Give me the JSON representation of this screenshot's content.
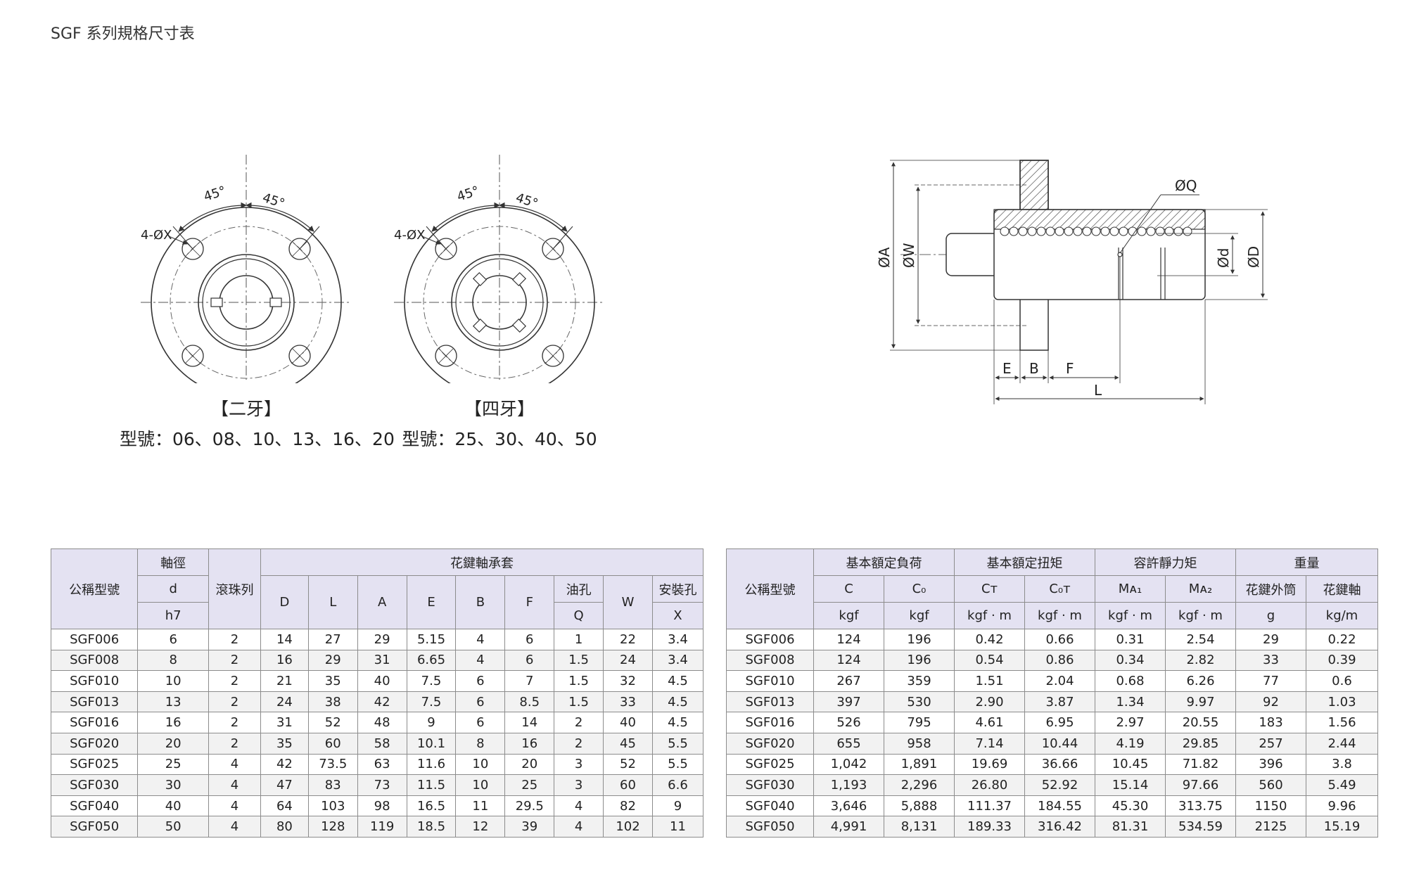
{
  "page_title": "SGF 系列規格尺寸表",
  "drawings": {
    "two_key": {
      "angle_left": "45°",
      "angle_right": "45°",
      "hole_label": "4-ØX",
      "caption": "【二牙】",
      "models": "型號：06、08、10、13、16、20"
    },
    "four_key": {
      "angle_left": "45°",
      "angle_right": "45°",
      "hole_label": "4-ØX",
      "caption": "【四牙】",
      "models": "型號：25、30、40、50"
    },
    "side": {
      "label_A": "ØA",
      "label_W": "ØW",
      "label_Q": "ØQ",
      "label_d": "Ød",
      "label_D": "ØD",
      "label_E": "E",
      "label_B": "B",
      "label_F": "F",
      "label_L": "L"
    }
  },
  "table_dimensions": {
    "model_header": "公稱型號",
    "shaft_header": "軸徑",
    "shaft_sym": "d",
    "shaft_tol": "h7",
    "balls_header": "滾珠列",
    "sleeve_header": "花鍵軸承套",
    "cols": [
      "D",
      "L",
      "A",
      "E",
      "B",
      "F"
    ],
    "oil_header": "油孔",
    "oil_sym": "Q",
    "w_header": "W",
    "mount_header": "安裝孔",
    "mount_sym": "X",
    "rows": [
      [
        "SGF006",
        "6",
        "2",
        "14",
        "27",
        "29",
        "5.15",
        "4",
        "6",
        "1",
        "22",
        "3.4"
      ],
      [
        "SGF008",
        "8",
        "2",
        "16",
        "29",
        "31",
        "6.65",
        "4",
        "6",
        "1.5",
        "24",
        "3.4"
      ],
      [
        "SGF010",
        "10",
        "2",
        "21",
        "35",
        "40",
        "7.5",
        "6",
        "7",
        "1.5",
        "32",
        "4.5"
      ],
      [
        "SGF013",
        "13",
        "2",
        "24",
        "38",
        "42",
        "7.5",
        "6",
        "8.5",
        "1.5",
        "33",
        "4.5"
      ],
      [
        "SGF016",
        "16",
        "2",
        "31",
        "52",
        "48",
        "9",
        "6",
        "14",
        "2",
        "40",
        "4.5"
      ],
      [
        "SGF020",
        "20",
        "2",
        "35",
        "60",
        "58",
        "10.1",
        "8",
        "16",
        "2",
        "45",
        "5.5"
      ],
      [
        "SGF025",
        "25",
        "4",
        "42",
        "73.5",
        "63",
        "11.6",
        "10",
        "20",
        "3",
        "52",
        "5.5"
      ],
      [
        "SGF030",
        "30",
        "4",
        "47",
        "83",
        "73",
        "11.5",
        "10",
        "25",
        "3",
        "60",
        "6.6"
      ],
      [
        "SGF040",
        "40",
        "4",
        "64",
        "103",
        "98",
        "16.5",
        "11",
        "29.5",
        "4",
        "82",
        "9"
      ],
      [
        "SGF050",
        "50",
        "4",
        "80",
        "128",
        "119",
        "18.5",
        "12",
        "39",
        "4",
        "102",
        "11"
      ]
    ]
  },
  "table_loads": {
    "model_header": "公稱型號",
    "group_headers": [
      "基本額定負荷",
      "基本額定扭矩",
      "容許靜力矩",
      "重量"
    ],
    "sub_headers": [
      "C",
      "C₀",
      "Cᴛ",
      "C₀ᴛ",
      "Mᴀ₁",
      "Mᴀ₂",
      "花鍵外筒",
      "花鍵軸"
    ],
    "units": [
      "kgf",
      "kgf",
      "kgf · m",
      "kgf · m",
      "kgf · m",
      "kgf · m",
      "g",
      "kg/m"
    ],
    "rows": [
      [
        "SGF006",
        "124",
        "196",
        "0.42",
        "0.66",
        "0.31",
        "2.54",
        "29",
        "0.22"
      ],
      [
        "SGF008",
        "124",
        "196",
        "0.54",
        "0.86",
        "0.34",
        "2.82",
        "33",
        "0.39"
      ],
      [
        "SGF010",
        "267",
        "359",
        "1.51",
        "2.04",
        "0.68",
        "6.26",
        "77",
        "0.6"
      ],
      [
        "SGF013",
        "397",
        "530",
        "2.90",
        "3.87",
        "1.34",
        "9.97",
        "92",
        "1.03"
      ],
      [
        "SGF016",
        "526",
        "795",
        "4.61",
        "6.95",
        "2.97",
        "20.55",
        "183",
        "1.56"
      ],
      [
        "SGF020",
        "655",
        "958",
        "7.14",
        "10.44",
        "4.19",
        "29.85",
        "257",
        "2.44"
      ],
      [
        "SGF025",
        "1,042",
        "1,891",
        "19.69",
        "36.66",
        "10.45",
        "71.82",
        "396",
        "3.8"
      ],
      [
        "SGF030",
        "1,193",
        "2,296",
        "26.80",
        "52.92",
        "15.14",
        "97.66",
        "560",
        "5.49"
      ],
      [
        "SGF040",
        "3,646",
        "5,888",
        "111.37",
        "184.55",
        "45.30",
        "313.75",
        "1150",
        "9.96"
      ],
      [
        "SGF050",
        "4,991",
        "8,131",
        "189.33",
        "316.42",
        "81.31",
        "534.59",
        "2125",
        "15.19"
      ]
    ]
  }
}
